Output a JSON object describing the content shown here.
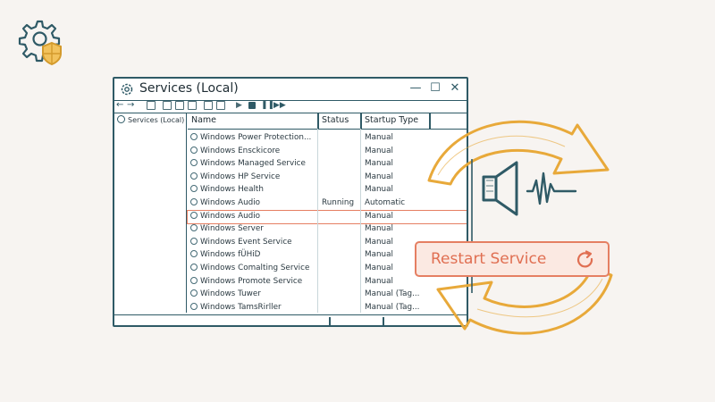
{
  "window": {
    "title": "Services (Local)",
    "controls": [
      "—",
      "☐",
      "✕"
    ]
  },
  "tree": {
    "root_label": "Services (Local)"
  },
  "list": {
    "columns": {
      "name": "Name",
      "status": "Status",
      "startup": "Startup Type"
    },
    "rows": [
      {
        "name": "Windows Power Protection...",
        "status": "",
        "startup": "Manual"
      },
      {
        "name": "Windows Ensckicore",
        "status": "",
        "startup": "Manual"
      },
      {
        "name": "Windows Managed Service",
        "status": "",
        "startup": "Manual"
      },
      {
        "name": "Windows HP Service",
        "status": "",
        "startup": "Manual"
      },
      {
        "name": "Windows Health",
        "status": "",
        "startup": "Manual"
      },
      {
        "name": "Windows Audio",
        "status": "Running",
        "startup": "Automatic"
      },
      {
        "name": "Windows Audio",
        "status": "",
        "startup": "Manual",
        "selected": true
      },
      {
        "name": "Windows Server",
        "status": "",
        "startup": "Manual"
      },
      {
        "name": "Windows Event Service",
        "status": "",
        "startup": "Manual"
      },
      {
        "name": "Windows fÜHiD",
        "status": "",
        "startup": "Manual"
      },
      {
        "name": "Windows Comalting Service",
        "status": "",
        "startup": "Manual"
      },
      {
        "name": "Windows Promote Service",
        "status": "",
        "startup": "Manual"
      },
      {
        "name": "Windows Tuwer",
        "status": "",
        "startup": "Manual (Tag..."
      },
      {
        "name": "Windows TamsRirller",
        "status": "",
        "startup": "Manual (Tag..."
      }
    ]
  },
  "restart": {
    "label": "Restart Service",
    "icon": "refresh-icon"
  },
  "icons": {
    "logo": "gear-shield-icon",
    "speaker": "speaker-icon",
    "arrows": "cycle-arrows-icon"
  },
  "colors": {
    "ink": "#2f5a66",
    "accent": "#e57f62",
    "arrow": "#e8a93a",
    "background": "#f7f4f1"
  }
}
